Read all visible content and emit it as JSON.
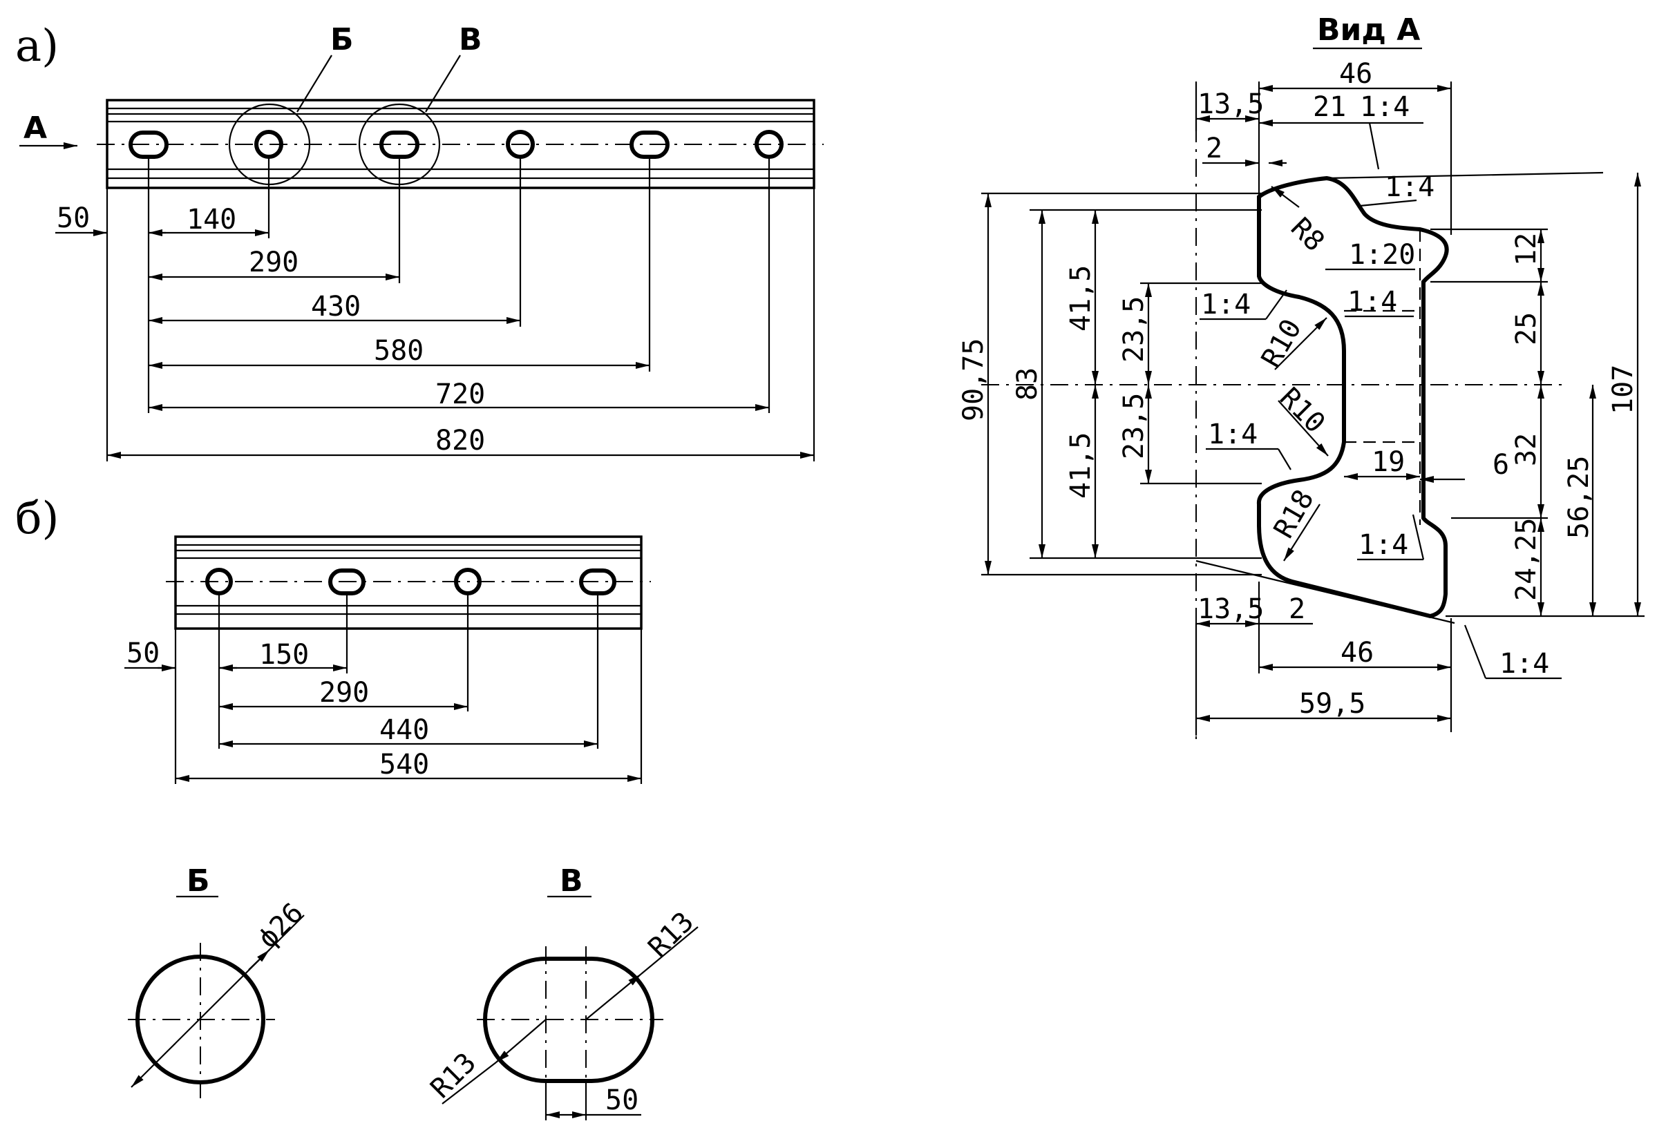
{
  "labels": {
    "part_a": "а)",
    "part_b": "б)",
    "arrow_a": "А",
    "callout_b": "Б",
    "callout_v": "В",
    "view_a_title": "Вид А",
    "detail_b_title": "Б",
    "detail_v_title": "В"
  },
  "plate_a": {
    "dims": [
      "50",
      "140",
      "290",
      "430",
      "580",
      "720",
      "820"
    ]
  },
  "plate_b": {
    "dims": [
      "50",
      "150",
      "290",
      "440",
      "540"
    ]
  },
  "detail_b": {
    "diameter": "ϕ26"
  },
  "detail_v": {
    "radius_top": "R13",
    "radius_bottom": "R13",
    "width": "50"
  },
  "view_a": {
    "top_width": "46",
    "offset_top": "13,5",
    "top_21": "21",
    "slope_top": "1:4",
    "gap_2_top": "2",
    "slope_head": "1:4",
    "radius_r8": "R8",
    "slope_1_20": "1:20",
    "dim_12": "12",
    "slope_left_upper": "1:4",
    "slope_mid_upper": "1:4",
    "dim_25": "25",
    "radius_r10_upper": "R10",
    "radius_r10_lower": "R10",
    "slope_left_lower": "1:4",
    "dim_19": "19",
    "dim_6": "6",
    "dim_32": "32",
    "radius_r18": "R18",
    "slope_right_lower": "1:4",
    "dim_24_25": "24,25",
    "dim_56_25": "56,25",
    "dim_107": "107",
    "dim_90_75": "90,75",
    "dim_83": "83",
    "dim_41_5_upper": "41,5",
    "dim_41_5_lower": "41,5",
    "dim_23_5_upper": "23,5",
    "dim_23_5_lower": "23,5",
    "offset_bottom": "13,5",
    "gap_2_bottom": "2",
    "bottom_width": "46",
    "slope_bottom": "1:4",
    "total_width": "59,5"
  }
}
